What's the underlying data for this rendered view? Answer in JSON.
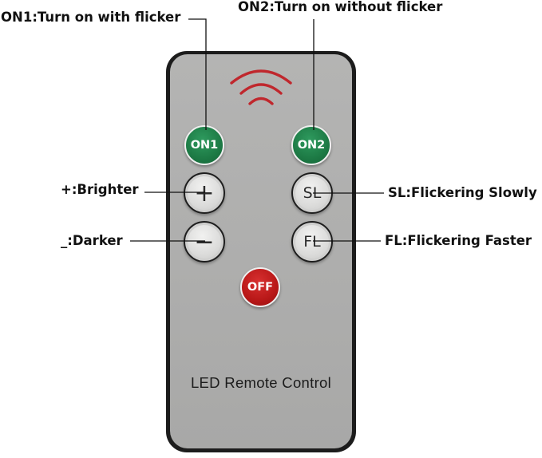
{
  "callouts": {
    "on1": "ON1:Turn on with flicker",
    "on2": "ON2:Turn on without flicker",
    "brighter": "+:Brighter",
    "darker": "_:Darker",
    "sl": "SL:Flickering Slowly",
    "fl": "FL:Flickering Faster"
  },
  "remote": {
    "buttons": {
      "on1": "ON1",
      "on2": "ON2",
      "plus": "+",
      "minus": "−",
      "sl": "SL",
      "fl": "FL",
      "off": "OFF"
    },
    "brand": "LED Remote Control",
    "signal_icon": "ir-signal-icon"
  },
  "colors": {
    "on_button": "#1d7a45",
    "off_button": "#b81818",
    "signal": "#c0272d",
    "body": "#1c1c1c",
    "face": "#b0b0af"
  }
}
